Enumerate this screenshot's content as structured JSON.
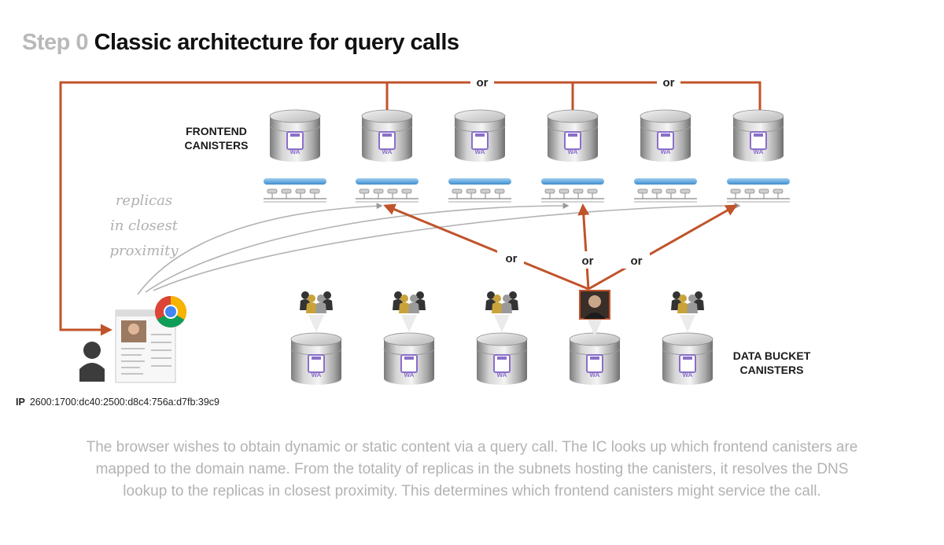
{
  "title": {
    "step": "Step 0",
    "main": "Classic architecture for query calls"
  },
  "frontend_label": [
    "FRONTEND",
    "CANISTERS"
  ],
  "data_bucket_label": [
    "DATA BUCKET",
    "CANISTERS"
  ],
  "canister_badge": "WA",
  "or_label": "or",
  "annotation": [
    "replicas",
    "in closest",
    "proximity"
  ],
  "ip": {
    "label": "IP",
    "value": "2600:1700:dc40:2500:d8c4:756a:d7fb:39c9"
  },
  "caption": [
    "The browser wishes to obtain dynamic or static content via a query call. The IC looks up which frontend canisters are",
    "mapped to the domain name. From the totality of replicas in the subnets hosting the canisters, it resolves the DNS",
    "lookup to the replicas in closest proximity. This determines which frontend canisters might service the call."
  ],
  "colors": {
    "arrow": "#c0532a",
    "title_step": "#b9b9b9",
    "caption": "#b3b3b3",
    "replica_bar": "#5aa1d9",
    "badge": "#8a6fc9"
  },
  "icons": [
    "user-icon",
    "browser-icon",
    "chrome-icon",
    "user-group-icon",
    "user-photo-icon",
    "database-canister-icon",
    "replica-node-icon"
  ]
}
